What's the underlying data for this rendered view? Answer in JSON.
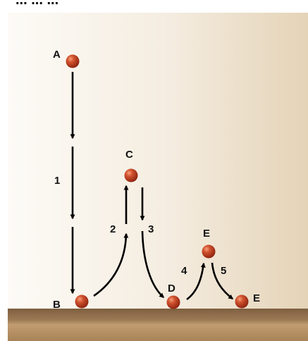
{
  "clipped_header": "... ... ...",
  "points": [
    {
      "id": "A",
      "label": "A"
    },
    {
      "id": "B",
      "label": "B"
    },
    {
      "id": "C",
      "label": "C"
    },
    {
      "id": "D",
      "label": "D"
    },
    {
      "id": "E1",
      "label": "E"
    },
    {
      "id": "E2",
      "label": "E"
    }
  ],
  "steps": [
    {
      "id": "1",
      "label": "1"
    },
    {
      "id": "2",
      "label": "2"
    },
    {
      "id": "3",
      "label": "3"
    },
    {
      "id": "4",
      "label": "4"
    },
    {
      "id": "5",
      "label": "5"
    }
  ],
  "colors": {
    "ball": "#b9391f",
    "ball_highlight": "#f08a62",
    "floor_top": "#8a6a48",
    "floor_band": "#b58f64",
    "floor_bottom": "#a07c55",
    "background_light": "#fbf8f2",
    "background_warm": "#e7d8be",
    "arrow": "#000000"
  }
}
